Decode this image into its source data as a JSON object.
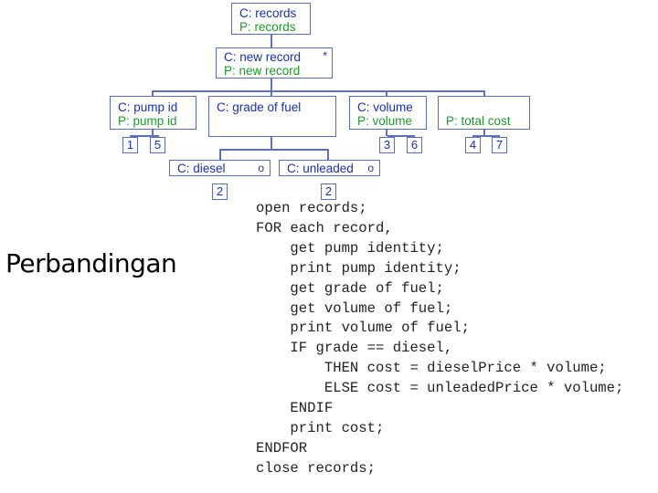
{
  "tree": {
    "records": {
      "c": "C: records",
      "p": "P: records"
    },
    "new_record": {
      "c": "C: new record",
      "p": "P: new record",
      "mark": "*"
    },
    "pump_id": {
      "c": "C: pump id",
      "p": "P: pump id"
    },
    "grade_of_fuel": {
      "c": "C: grade of fuel"
    },
    "volume": {
      "c": "C: volume",
      "p": "P: volume"
    },
    "total_cost": {
      "p": "P: total cost"
    },
    "diesel": {
      "c": "C: diesel",
      "mark": "o"
    },
    "unleaded": {
      "c": "C: unleaded",
      "mark": "o"
    },
    "op_numbers": {
      "pump_a": "1",
      "pump_b": "5",
      "vol_a": "3",
      "vol_b": "6",
      "cost_a": "4",
      "cost_b": "7",
      "diesel": "2",
      "unleaded": "2"
    }
  },
  "heading": "Perbandingan",
  "code_lines": [
    "open records;",
    "FOR each record,",
    "    get pump identity;",
    "    print pump identity;",
    "    get grade of fuel;",
    "    get volume of fuel;",
    "    print volume of fuel;",
    "    IF grade == diesel,",
    "        THEN cost = dieselPrice * volume;",
    "        ELSE cost = unleadedPrice * volume;",
    "    ENDIF",
    "    print cost;",
    "ENDFOR",
    "close records;"
  ]
}
